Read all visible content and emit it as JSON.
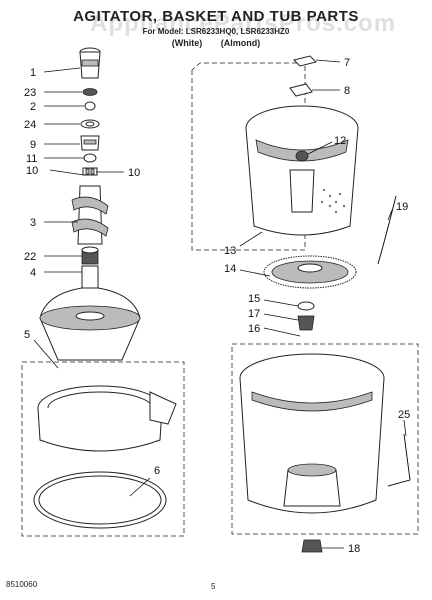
{
  "header": {
    "title": "AGITATOR, BASKET AND TUB PARTS",
    "subtitle": "For Model: LSR6233HQ0, LSR6233HZ0",
    "variant_white": "(White)",
    "variant_almond": "(Almond)"
  },
  "watermark": "AppliancePartsPros.com",
  "footer": {
    "code": "8510060",
    "page": "5"
  },
  "callouts": [
    {
      "id": "c1",
      "label": "1"
    },
    {
      "id": "c23",
      "label": "23"
    },
    {
      "id": "c2",
      "label": "2"
    },
    {
      "id": "c24",
      "label": "24"
    },
    {
      "id": "c9",
      "label": "9"
    },
    {
      "id": "c11",
      "label": "11"
    },
    {
      "id": "c10a",
      "label": "10"
    },
    {
      "id": "c10b",
      "label": "10"
    },
    {
      "id": "c3",
      "label": "3"
    },
    {
      "id": "c22",
      "label": "22"
    },
    {
      "id": "c4",
      "label": "4"
    },
    {
      "id": "c5",
      "label": "5"
    },
    {
      "id": "c6",
      "label": "6"
    },
    {
      "id": "c7",
      "label": "7"
    },
    {
      "id": "c8",
      "label": "8"
    },
    {
      "id": "c12",
      "label": "12"
    },
    {
      "id": "c13",
      "label": "13"
    },
    {
      "id": "c14",
      "label": "14"
    },
    {
      "id": "c19",
      "label": "19"
    },
    {
      "id": "c15",
      "label": "15"
    },
    {
      "id": "c17",
      "label": "17"
    },
    {
      "id": "c16",
      "label": "16"
    },
    {
      "id": "c25",
      "label": "25"
    },
    {
      "id": "c18",
      "label": "18"
    }
  ]
}
